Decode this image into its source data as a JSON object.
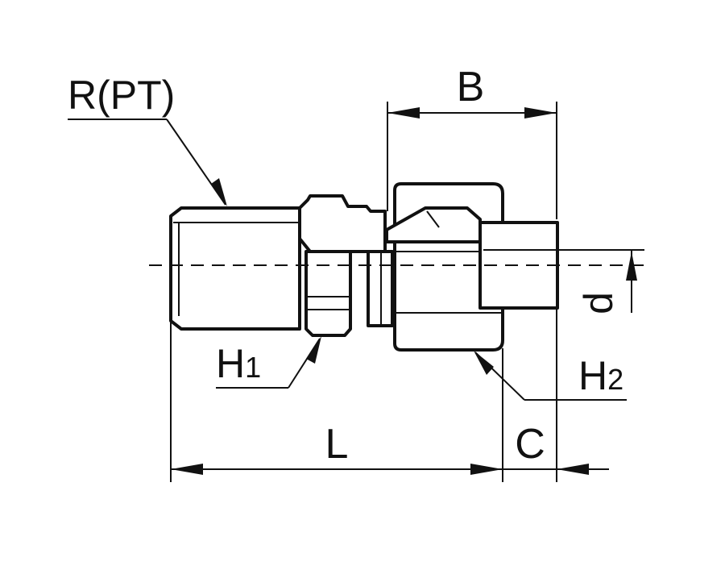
{
  "labels": {
    "thread": "R(PT)",
    "b": "B",
    "d": "d",
    "h1_main": "H",
    "h1_sub": "1",
    "h2_main": "H",
    "h2_sub": "2",
    "l": "L",
    "c": "C"
  },
  "colors": {
    "line": "#111111",
    "background": "#ffffff"
  }
}
